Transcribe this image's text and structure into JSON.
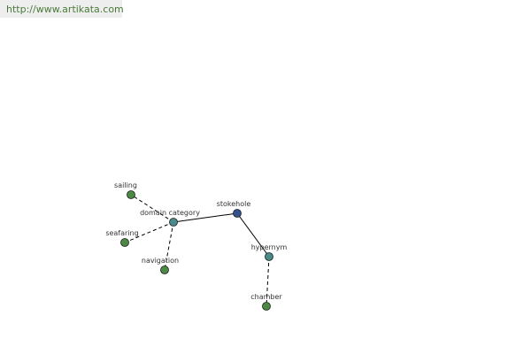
{
  "header": {
    "url": "http://www.artikata.com"
  },
  "colors": {
    "center_node": "#33518c",
    "relation_node": "#4a8a8a",
    "term_node": "#4c8a44",
    "edge": "#000000"
  },
  "graph": {
    "nodes": [
      {
        "id": "stokehole",
        "label": "stokehole",
        "kind": "center"
      },
      {
        "id": "domain_category",
        "label": "domain category",
        "kind": "relation"
      },
      {
        "id": "hypernym",
        "label": "hypernym",
        "kind": "relation"
      },
      {
        "id": "sailing",
        "label": "sailing",
        "kind": "term"
      },
      {
        "id": "seafaring",
        "label": "seafaring",
        "kind": "term"
      },
      {
        "id": "navigation",
        "label": "navigation",
        "kind": "term"
      },
      {
        "id": "chamber",
        "label": "chamber",
        "kind": "term"
      }
    ],
    "edges": [
      {
        "from": "stokehole",
        "to": "domain_category",
        "style": "solid"
      },
      {
        "from": "stokehole",
        "to": "hypernym",
        "style": "solid"
      },
      {
        "from": "domain_category",
        "to": "sailing",
        "style": "dashed"
      },
      {
        "from": "domain_category",
        "to": "seafaring",
        "style": "dashed"
      },
      {
        "from": "domain_category",
        "to": "navigation",
        "style": "dashed"
      },
      {
        "from": "hypernym",
        "to": "chamber",
        "style": "dashed"
      }
    ]
  }
}
